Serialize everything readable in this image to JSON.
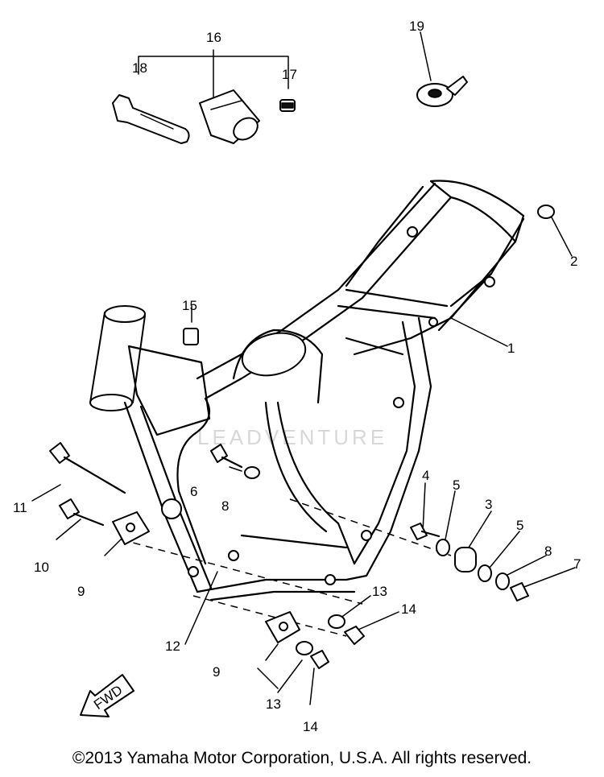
{
  "diagram": {
    "callouts": [
      "1",
      "2",
      "3",
      "4",
      "5",
      "5",
      "6",
      "7",
      "8",
      "8",
      "9",
      "9",
      "10",
      "11",
      "12",
      "13",
      "13",
      "14",
      "14",
      "15",
      "16",
      "17",
      "18",
      "19"
    ],
    "fwd_label": "FWD",
    "watermark": "LEADVENTURE"
  },
  "footer": {
    "copyright": "©2013 Yamaha Motor Corporation, U.S.A. All rights reserved."
  }
}
